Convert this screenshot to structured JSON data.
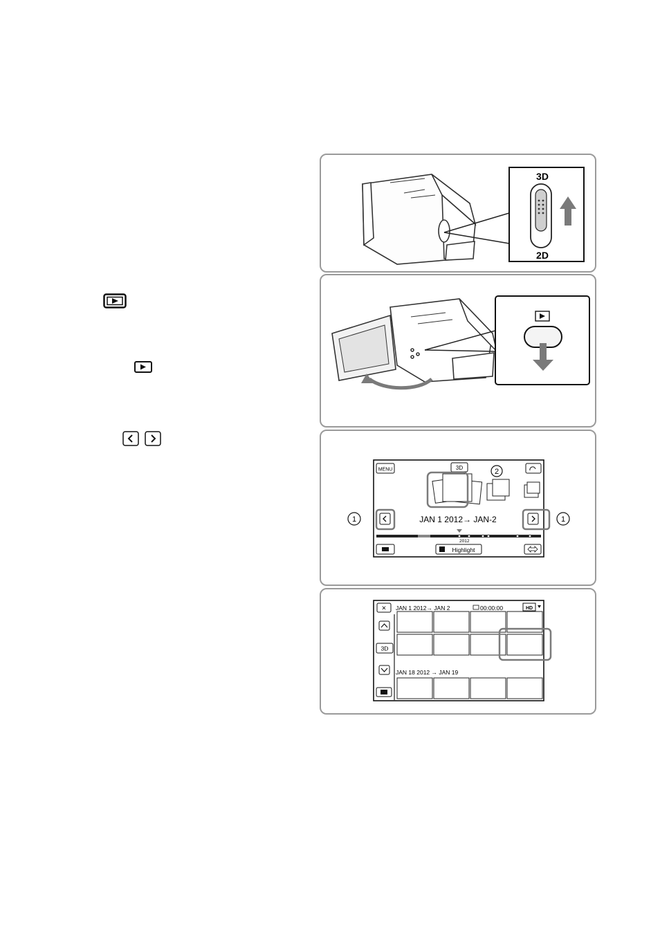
{
  "step1": {
    "switch_top_label": "3D",
    "switch_bottom_label": "2D"
  },
  "step3": {
    "menu_label": "MENU",
    "mode_label": "3D",
    "date_range": "JAN 1 2012→ JAN-2",
    "timeline_year": "2012",
    "highlight_label": "Highlight",
    "callout_1": "1",
    "callout_2": "2"
  },
  "step4": {
    "close_label": "×",
    "group1_header": "JAN 1 2012→ JAN 2",
    "timecode": "00:00:00",
    "quality_label": "HD",
    "mode_label": "3D",
    "group2_header": "JAN 18 2012 → JAN 19"
  },
  "icons": {
    "play": "play-icon",
    "prev": "prev-arrow-icon",
    "next": "next-arrow-icon"
  }
}
